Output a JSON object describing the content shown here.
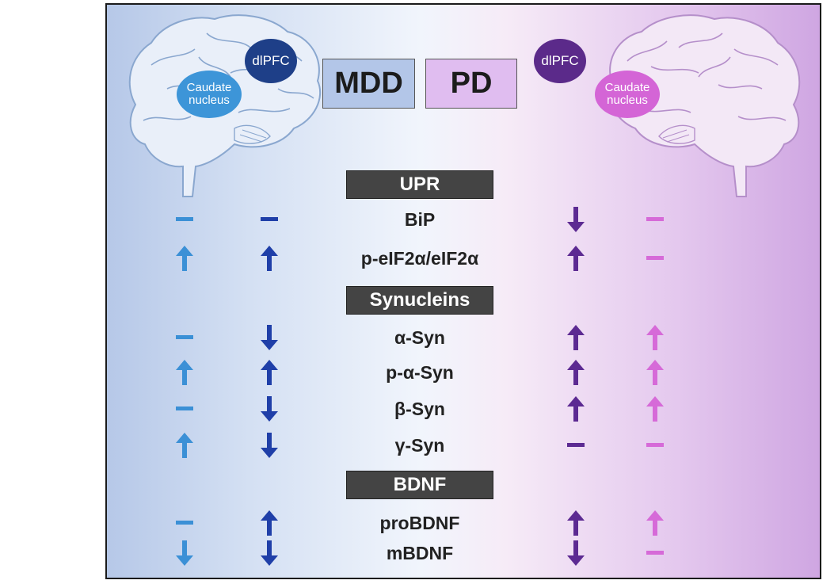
{
  "groups": {
    "left": "MDD",
    "right": "PD"
  },
  "regions": {
    "left_dlpfc": "dlPFC",
    "left_caudate": "Caudate nucleus",
    "right_dlpfc": "dlPFC",
    "right_caudate": "Caudate nucleus"
  },
  "column_colors": [
    "#3b90d6",
    "#1f3fa8",
    "#5c2a92",
    "#d66ad8"
  ],
  "sections": [
    {
      "title": "UPR",
      "rows": [
        {
          "label": "BiP",
          "indicators": [
            "none",
            "none",
            "down",
            "none"
          ]
        },
        {
          "label": "p-eIF2α/eIF2α",
          "indicators": [
            "up",
            "up",
            "up",
            "none"
          ]
        }
      ]
    },
    {
      "title": "Synucleins",
      "rows": [
        {
          "label": "α-Syn",
          "indicators": [
            "none",
            "down",
            "up",
            "up"
          ]
        },
        {
          "label": "p-α-Syn",
          "indicators": [
            "up",
            "up",
            "up",
            "up"
          ]
        },
        {
          "label": "β-Syn",
          "indicators": [
            "none",
            "down",
            "up",
            "up"
          ]
        },
        {
          "label": "γ-Syn",
          "indicators": [
            "up",
            "down",
            "none",
            "none"
          ]
        }
      ]
    },
    {
      "title": "BDNF",
      "rows": [
        {
          "label": "proBDNF",
          "indicators": [
            "none",
            "up",
            "up",
            "up"
          ]
        },
        {
          "label": "mBDNF",
          "indicators": [
            "down",
            "down",
            "down",
            "none"
          ]
        }
      ]
    }
  ]
}
